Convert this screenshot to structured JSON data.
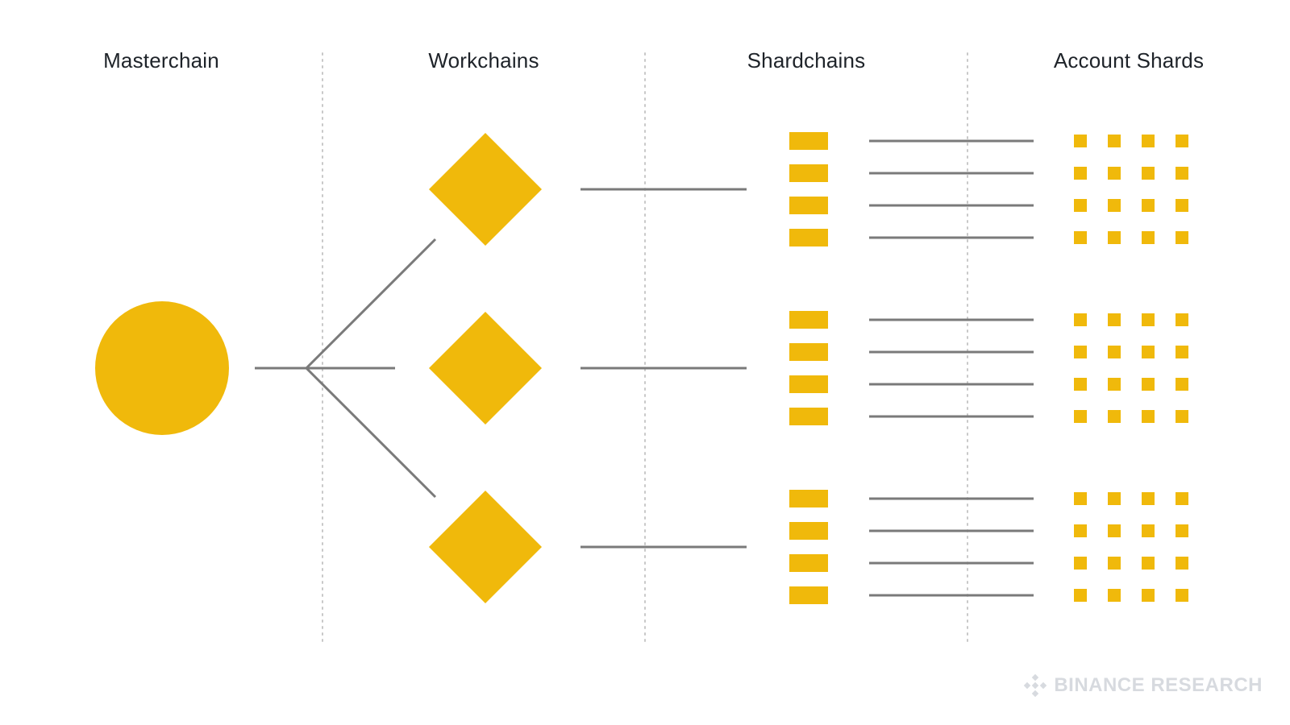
{
  "columns": {
    "masterchain": "Masterchain",
    "workchains": "Workchains",
    "shardchains": "Shardchains",
    "account_shards": "Account Shards"
  },
  "diagram": {
    "workchain_count": 3,
    "shardchains_per_workchain": 4,
    "account_shards_per_shardchain": 4
  },
  "colors": {
    "accent": "#F0B90B",
    "line": "#7a7a7a",
    "divider": "#c8c8c8",
    "text": "#1e2329"
  },
  "icons": {
    "masterchain": "circle",
    "workchain": "diamond",
    "shardchain": "rectangle",
    "account_shard": "square",
    "brand": "binance-logo-icon"
  },
  "branding": {
    "watermark": "BINANCE RESEARCH"
  }
}
